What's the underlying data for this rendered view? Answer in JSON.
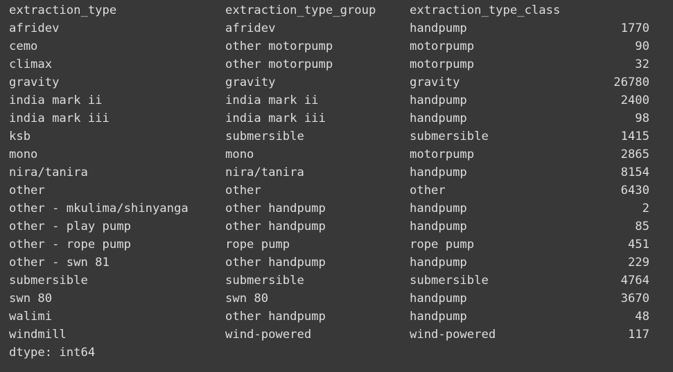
{
  "headers": [
    "extraction_type",
    "extraction_type_group",
    "extraction_type_class"
  ],
  "rows": [
    [
      "afridev",
      "afridev",
      "handpump",
      "1770"
    ],
    [
      "cemo",
      "other motorpump",
      "motorpump",
      "90"
    ],
    [
      "climax",
      "other motorpump",
      "motorpump",
      "32"
    ],
    [
      "gravity",
      "gravity",
      "gravity",
      "26780"
    ],
    [
      "india mark ii",
      "india mark ii",
      "handpump",
      "2400"
    ],
    [
      "india mark iii",
      "india mark iii",
      "handpump",
      "98"
    ],
    [
      "ksb",
      "submersible",
      "submersible",
      "1415"
    ],
    [
      "mono",
      "mono",
      "motorpump",
      "2865"
    ],
    [
      "nira/tanira",
      "nira/tanira",
      "handpump",
      "8154"
    ],
    [
      "other",
      "other",
      "other",
      "6430"
    ],
    [
      "other - mkulima/shinyanga",
      "other handpump",
      "handpump",
      "2"
    ],
    [
      "other - play pump",
      "other handpump",
      "handpump",
      "85"
    ],
    [
      "other - rope pump",
      "rope pump",
      "rope pump",
      "451"
    ],
    [
      "other - swn 81",
      "other handpump",
      "handpump",
      "229"
    ],
    [
      "submersible",
      "submersible",
      "submersible",
      "4764"
    ],
    [
      "swn 80",
      "swn 80",
      "handpump",
      "3670"
    ],
    [
      "walimi",
      "other handpump",
      "handpump",
      "48"
    ],
    [
      "windmill",
      "wind-powered",
      "wind-powered",
      "117"
    ]
  ],
  "dtype": "dtype: int64"
}
